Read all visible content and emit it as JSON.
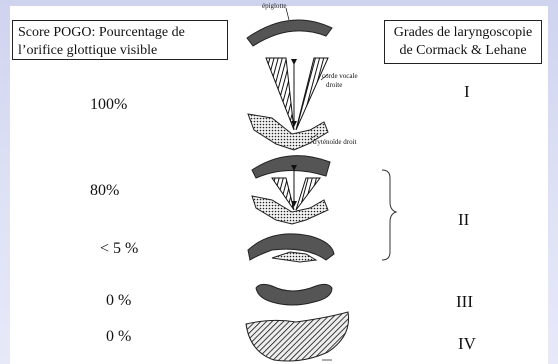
{
  "left_header": {
    "line1": "Score POGO: Pourcentage de",
    "line2": "l’orifice glottique visible"
  },
  "right_header": {
    "line1": "Grades de laryngoscopie",
    "line2": "de Cormack & Lehane"
  },
  "percentages": [
    "100%",
    "80%",
    "< 5 %",
    "0 %",
    "0 %"
  ],
  "grades": [
    "I",
    "II",
    "III",
    "IV"
  ],
  "anatomy_labels": {
    "epiglottis": "épiglotte",
    "vocal_cord": "corde vocale",
    "vocal_cord_side": "droite",
    "arytenoid": "Aryténoïde droit"
  }
}
